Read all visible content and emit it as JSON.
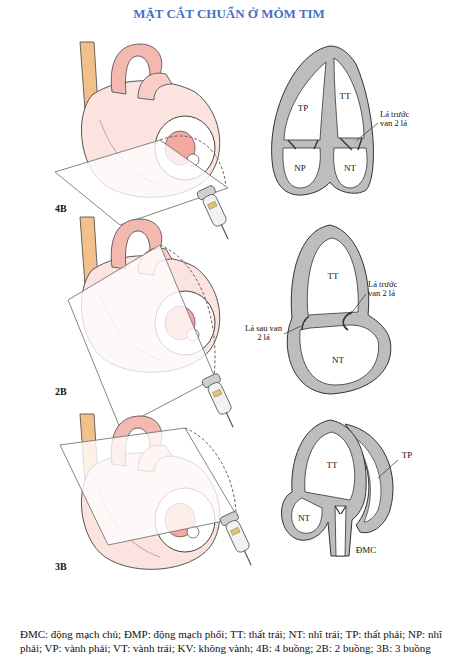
{
  "diagram": {
    "title": "MẶT CẮT CHUẨN Ở MỎM TIM",
    "caption": "ĐMC: động mạch chủ; ĐMP: động mạch phổi; TT: thất trái; NT: nhĩ trái; TP: thất phải; NP: nhĩ phải; VP: vành phải; VT: vành trái; KV: không vành; 4B: 4 buồng; 2B: 2 buồng; 3B: 3 buồng",
    "labels": [
      "4B",
      "TT",
      "TP",
      "NP",
      "NT",
      "Lá trước van 2 lá",
      "2B",
      "TT",
      "NT",
      "Lá trước van 2 lá",
      "Lá sau van 2 lá",
      "3B",
      "TT",
      "TP",
      "NT",
      "ĐMC"
    ]
  }
}
